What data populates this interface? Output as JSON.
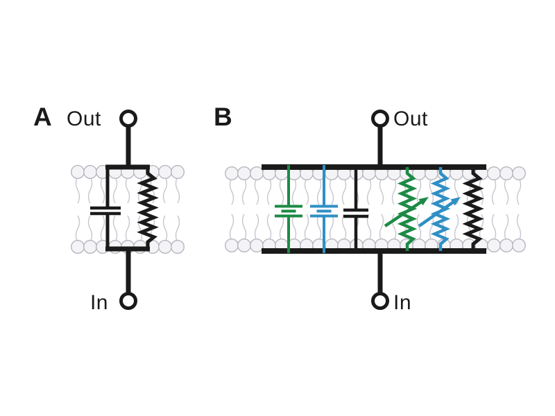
{
  "colors": {
    "ink": "#1a1a1a",
    "green": "#1d8a45",
    "blue": "#2f8fc5",
    "lipid_head_fill": "#f4f4f7",
    "lipid_head_stroke": "#b6b6bf",
    "lipid_tail": "#c6c6ce",
    "background": "#ffffff"
  },
  "panel_a": {
    "label": "A",
    "out_label": "Out",
    "in_label": "In",
    "components": [
      {
        "name": "membrane-capacitor",
        "symbol": "capacitor",
        "color": "#1a1a1a"
      },
      {
        "name": "membrane-resistor",
        "symbol": "resistor",
        "color": "#1a1a1a"
      }
    ]
  },
  "panel_b": {
    "label": "B",
    "out_label": "Out",
    "in_label": "In",
    "components": [
      {
        "name": "battery-green",
        "symbol": "battery",
        "color": "#1d8a45"
      },
      {
        "name": "battery-blue",
        "symbol": "battery",
        "color": "#2f8fc5"
      },
      {
        "name": "membrane-capacitor",
        "symbol": "capacitor",
        "color": "#1a1a1a"
      },
      {
        "name": "variable-resistor-green",
        "symbol": "variable-resistor",
        "color": "#1d8a45"
      },
      {
        "name": "variable-resistor-blue",
        "symbol": "variable-resistor",
        "color": "#2f8fc5"
      },
      {
        "name": "membrane-resistor",
        "symbol": "resistor",
        "color": "#1a1a1a"
      }
    ]
  }
}
